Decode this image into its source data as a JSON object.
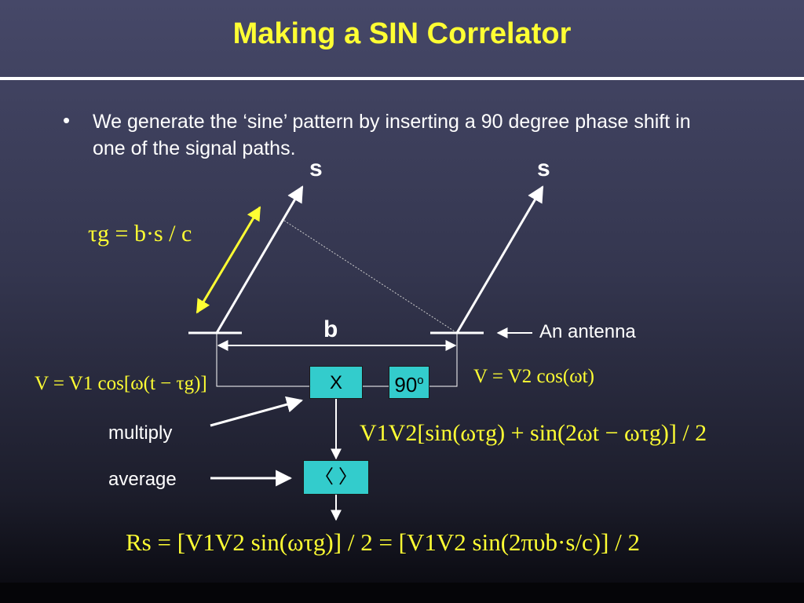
{
  "slide": {
    "title": "Making a SIN Correlator",
    "bullet_marker": "•",
    "bullet_text": "We generate the ‘sine’ pattern by inserting a 90 degree phase shift in one of the signal paths."
  },
  "diagram": {
    "source_label_left": "s",
    "source_label_right": "s",
    "baseline_label": "b",
    "antenna_label": "An antenna",
    "multiply_label": "multiply",
    "average_label": "average",
    "multiplier_box": "X",
    "phase_box": "90",
    "phase_box_degree": "o",
    "average_box": "〈 〉"
  },
  "equations": {
    "delay": "τg = b·s / c",
    "left_signal": "V = V1 cos[ω(t − τg)]",
    "right_signal": "V = V2 cos(ωt)",
    "product": "V1V2[sin(ωτg) + sin(2ωt − ωτg)] / 2",
    "response": "Rs = [V1V2 sin(ωτg)] / 2 = [V1V2 sin(2πυb·s/c)] / 2"
  },
  "colors": {
    "title": "#ffff33",
    "equations": "#ffff33",
    "delay_arrow": "#ffff33",
    "boxes": "#33cccc",
    "lines": "#ffffff"
  }
}
